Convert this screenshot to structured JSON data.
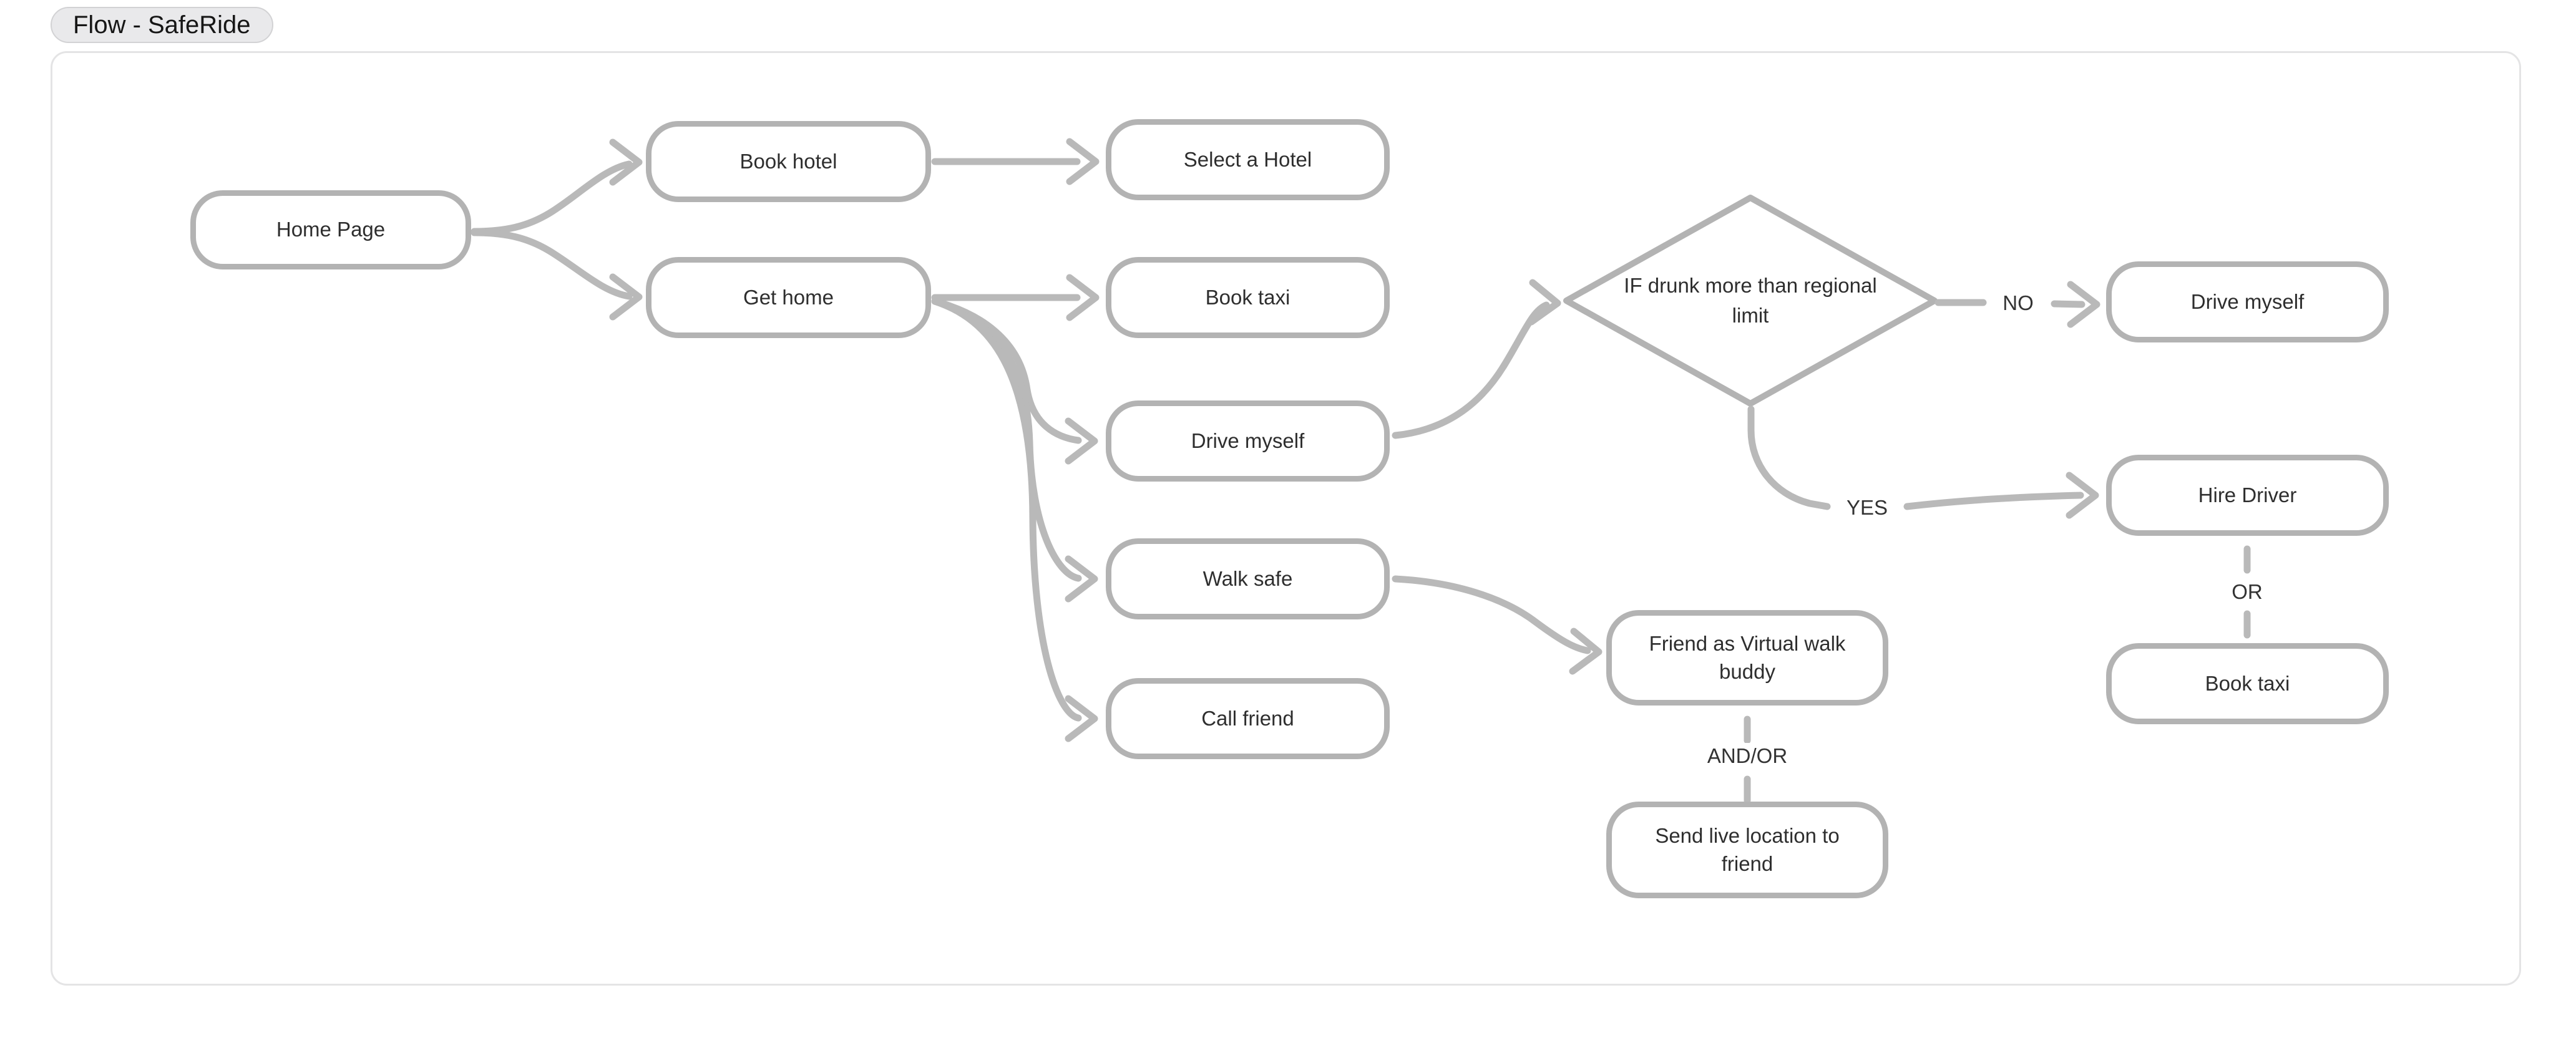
{
  "title": "Flow - SafeRide",
  "nodes": {
    "home_page": {
      "label": "Home Page"
    },
    "book_hotel": {
      "label": "Book hotel"
    },
    "get_home": {
      "label": "Get home"
    },
    "select_hotel": {
      "label": "Select a Hotel"
    },
    "book_taxi_mid": {
      "label": "Book taxi"
    },
    "drive_myself_mid": {
      "label": "Drive myself"
    },
    "walk_safe": {
      "label": "Walk safe"
    },
    "call_friend": {
      "label": "Call friend"
    },
    "decision": {
      "label": "IF drunk more than regional limit"
    },
    "drive_myself_right": {
      "label": "Drive myself"
    },
    "hire_driver": {
      "label": "Hire Driver"
    },
    "book_taxi_right": {
      "label": "Book taxi"
    },
    "friend_buddy": {
      "label": "Friend as Virtual walk buddy"
    },
    "send_location": {
      "label": "Send live location to friend"
    }
  },
  "edge_labels": {
    "no": "NO",
    "yes": "YES",
    "or": "OR",
    "and_or": "AND/OR"
  },
  "edges": [
    {
      "from": "home_page",
      "to": "book_hotel"
    },
    {
      "from": "home_page",
      "to": "get_home"
    },
    {
      "from": "book_hotel",
      "to": "select_hotel"
    },
    {
      "from": "get_home",
      "to": "book_taxi_mid"
    },
    {
      "from": "get_home",
      "to": "drive_myself_mid"
    },
    {
      "from": "get_home",
      "to": "walk_safe"
    },
    {
      "from": "get_home",
      "to": "call_friend"
    },
    {
      "from": "drive_myself_mid",
      "to": "decision"
    },
    {
      "from": "decision",
      "to": "drive_myself_right",
      "label": "NO"
    },
    {
      "from": "decision",
      "to": "hire_driver",
      "label": "YES"
    },
    {
      "from": "hire_driver",
      "to": "book_taxi_right",
      "label": "OR"
    },
    {
      "from": "walk_safe",
      "to": "friend_buddy"
    },
    {
      "from": "friend_buddy",
      "to": "send_location",
      "label": "AND/OR"
    }
  ],
  "colors": {
    "node_border": "#b3b3b3",
    "edge_stroke": "#b9b9b9",
    "node_text": "#2e2e2e",
    "frame_border": "#e4e4e5",
    "pill_background": "#e9e9eb"
  }
}
